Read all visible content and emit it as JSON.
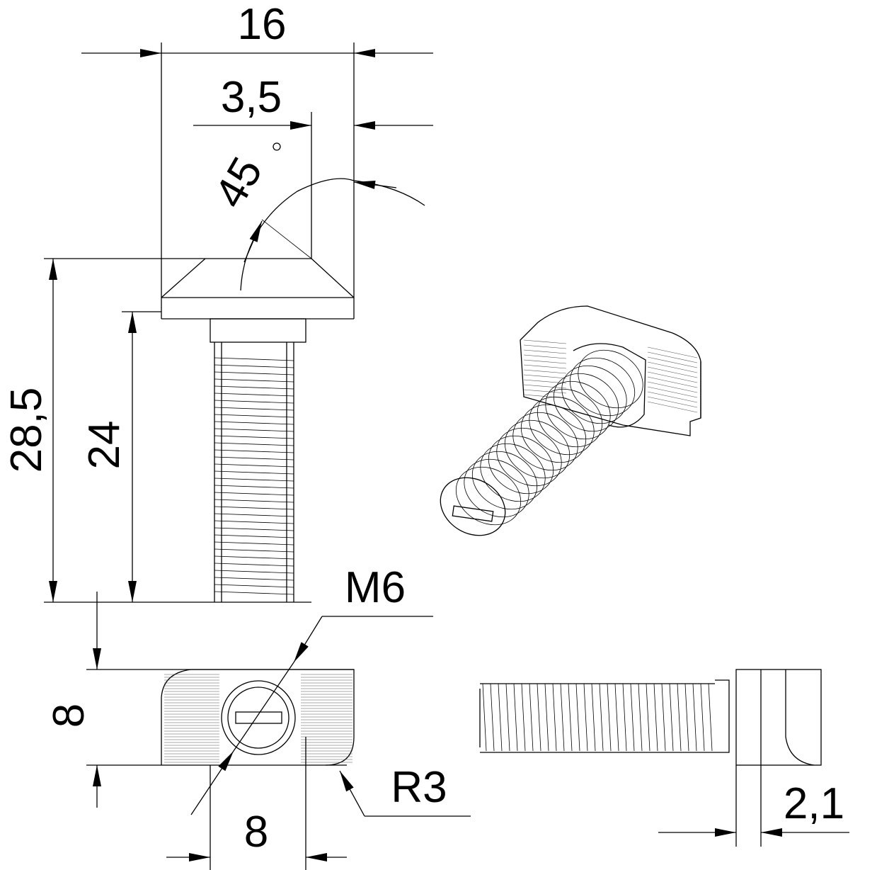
{
  "drawing": {
    "title": "T-bolt M6 technical drawing",
    "dimensions": {
      "width_head": "16",
      "offset": "3,5",
      "angle": "45",
      "angle_unit": "°",
      "total_length": "28,5",
      "thread_length": "24",
      "thread": "M6",
      "head_height": "8",
      "neck_width": "8",
      "radius": "R3",
      "collar": "2,1"
    },
    "colors": {
      "line": "#000000",
      "hatch": "#555555",
      "background": "#ffffff"
    }
  }
}
